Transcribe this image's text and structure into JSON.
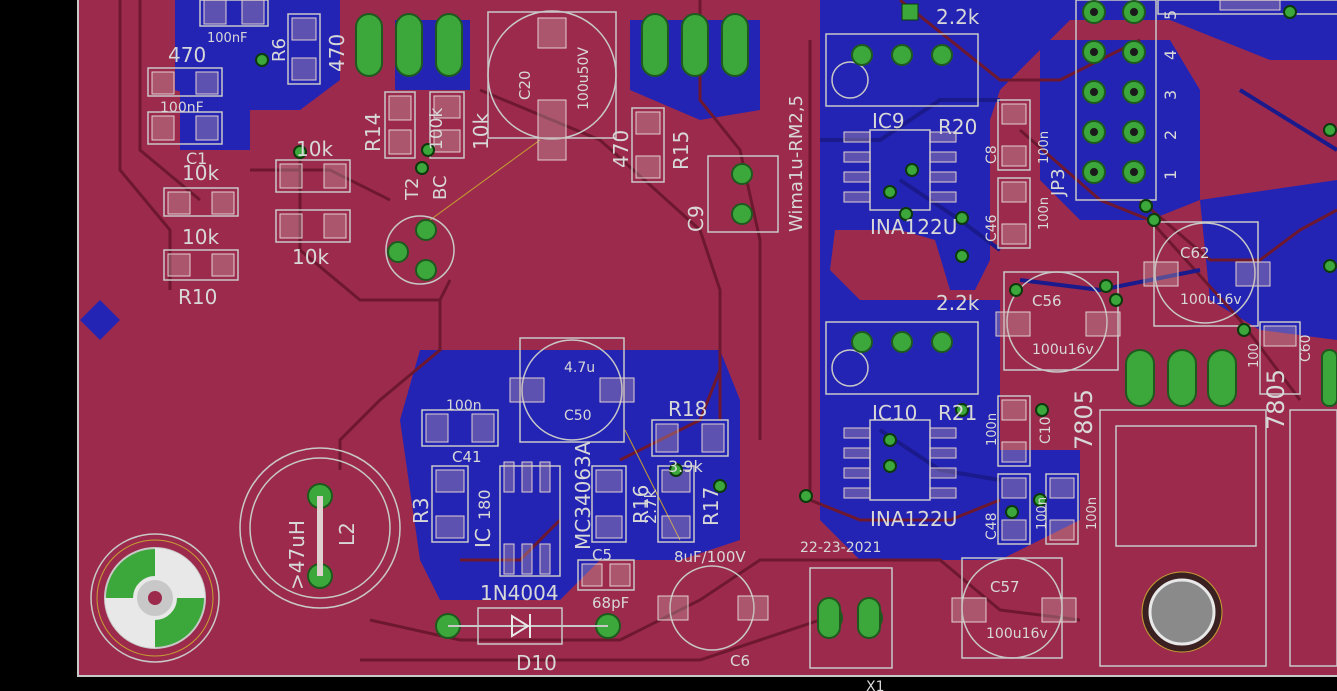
{
  "colors": {
    "background": "#000000",
    "top_copper": "#9c2a4c",
    "bottom_copper": "#2424b4",
    "outline": "#c8c8c8",
    "pad": "#3ca83c",
    "via": "#3ca83c",
    "text": "#d8d8d8"
  },
  "labels": {
    "c_100nF": "100nF",
    "r6": "R6",
    "v_470_a": "470",
    "v_470_b": "470",
    "v_470_c": "470",
    "c20": "C20",
    "c20_val": "100u50V",
    "r14": "R14",
    "r14_val": "100k",
    "bc": "BC",
    "v_10k_a": "10k",
    "v_10k_b": "10k",
    "v_10k_c": "10k",
    "v_10k_d": "10k",
    "v_10k_e": "10k",
    "c1": "C1",
    "c1_val": "100nF",
    "r10": "R10",
    "t2": "T2",
    "r15": "R15",
    "c9": "C9",
    "wima": "Wima1u-RM2,5",
    "ic9": "IC9",
    "r20": "R20",
    "ina_a": "INA122U",
    "ina_b": "INA122U",
    "pot_a": "2.2k",
    "pot_b": "2.2k",
    "c8": "C8",
    "c8_val": "100n",
    "c46": "C46",
    "c46_val": "100n",
    "jp": "JP3",
    "pin5": "5",
    "pin4": "4",
    "pin3": "3",
    "pin2": "2",
    "pin1": "1",
    "c62": "C62",
    "c62_val": "100u16v",
    "c56": "C56",
    "c56_val": "100u16v",
    "c60": "C60",
    "c60_val": "100",
    "reg_a": "7805",
    "reg_b": "7805",
    "ic10": "IC10",
    "r21": "R21",
    "c10": "C10",
    "c10_val": "100n",
    "c48": "C48",
    "c48_val": "100n",
    "val_100n": "100n",
    "c41": "C41",
    "c41_val": "100n",
    "c50": "C50",
    "c50_val": "4.7u",
    "r18": "R18",
    "r18_val": "3.9k",
    "mc": "MC34063A",
    "ic_label": "IC",
    "r3": "R3",
    "r3_val": "180",
    "r16": "R16",
    "r16_val": "2.7k",
    "r17": "R17",
    "c5": "C5",
    "c5_val": "68pF",
    "c6": "C6",
    "c6_val": "8uF/100V",
    "l2": "L2",
    "l2_val": ">47uH",
    "d10": "D10",
    "d10_val": "1N4004",
    "c57": "C57",
    "c57_val": "100u16v",
    "date": "22-23-2021",
    "x1": "X1"
  }
}
